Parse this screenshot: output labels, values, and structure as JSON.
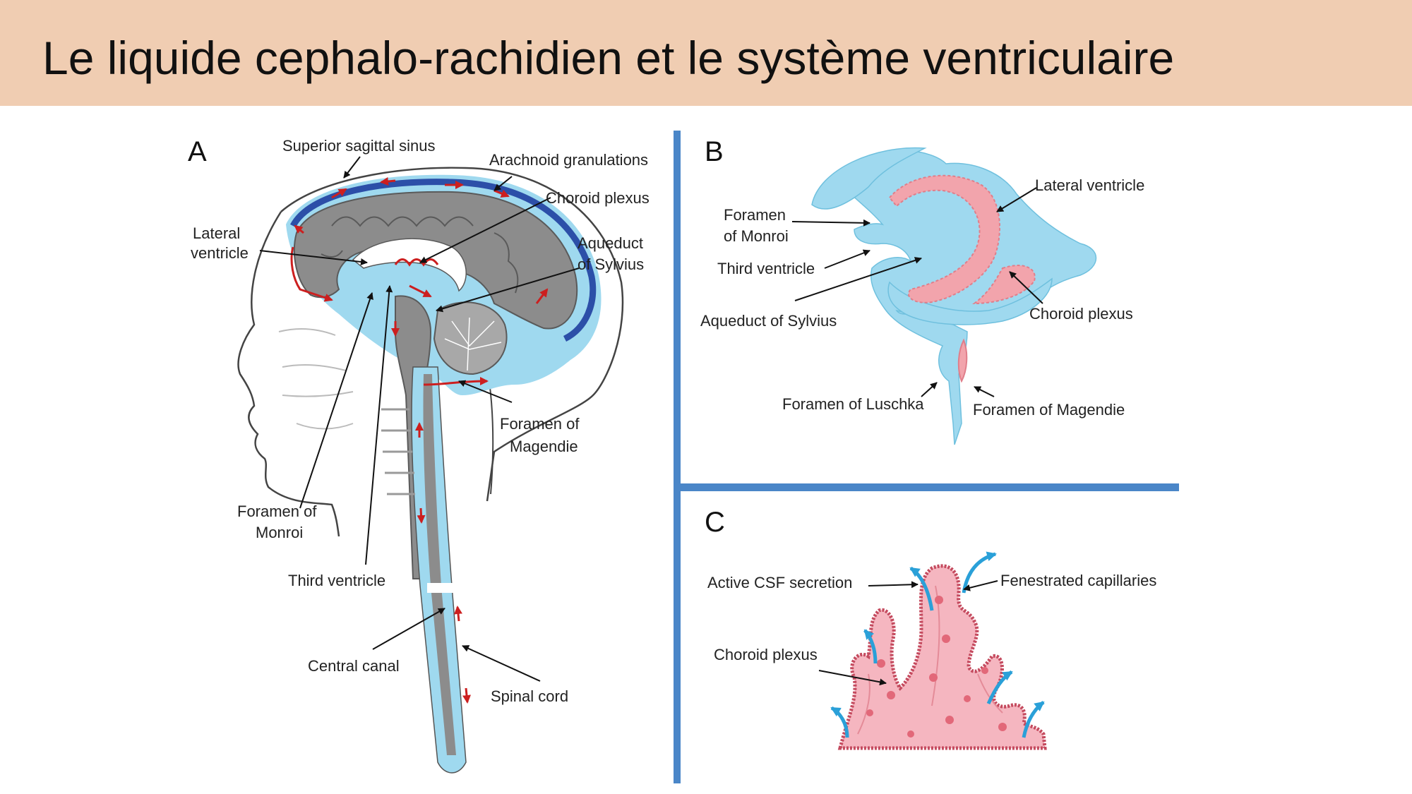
{
  "title": "Le liquide cephalo-rachidien et le système ventriculaire",
  "colors": {
    "title_band": "#f0cdb2",
    "divider": "#4a86c8",
    "csf": "#9fd9ef",
    "brain": "#8c8c8c",
    "choroid": "#e8909a",
    "flow_arrow": "#cc1f1f",
    "sinus": "#2c4fa8",
    "secretion_arrow": "#2aa0d8"
  },
  "panel_a": {
    "letter": "A",
    "labels": {
      "superior_sagittal_sinus": "Superior sagittal sinus",
      "arachnoid_granulations": "Arachnoid granulations",
      "choroid_plexus": "Choroid plexus",
      "aqueduct_1": "Aqueduct",
      "aqueduct_2": "of Sylvius",
      "lateral_ventricle_1": "Lateral",
      "lateral_ventricle_2": "ventricle",
      "foramen_magendie_1": "Foramen of",
      "foramen_magendie_2": "Magendie",
      "foramen_monroi_1": "Foramen of",
      "foramen_monroi_2": "Monroi",
      "third_ventricle": "Third ventricle",
      "central_canal": "Central canal",
      "spinal_cord": "Spinal cord"
    }
  },
  "panel_b": {
    "letter": "B",
    "labels": {
      "lateral_ventricle": "Lateral ventricle",
      "foramen_monroi_1": "Foramen",
      "foramen_monroi_2": "of Monroi",
      "third_ventricle": "Third ventricle",
      "aqueduct_of_sylvius": "Aqueduct of Sylvius",
      "choroid_plexus": "Choroid plexus",
      "foramen_of_luschka": "Foramen of Luschka",
      "foramen_of_magendie": "Foramen of Magendie"
    }
  },
  "panel_c": {
    "letter": "C",
    "labels": {
      "active_csf_secretion": "Active CSF secretion",
      "fenestrated_capillaries": "Fenestrated capillaries",
      "choroid_plexus": "Choroid plexus"
    }
  }
}
